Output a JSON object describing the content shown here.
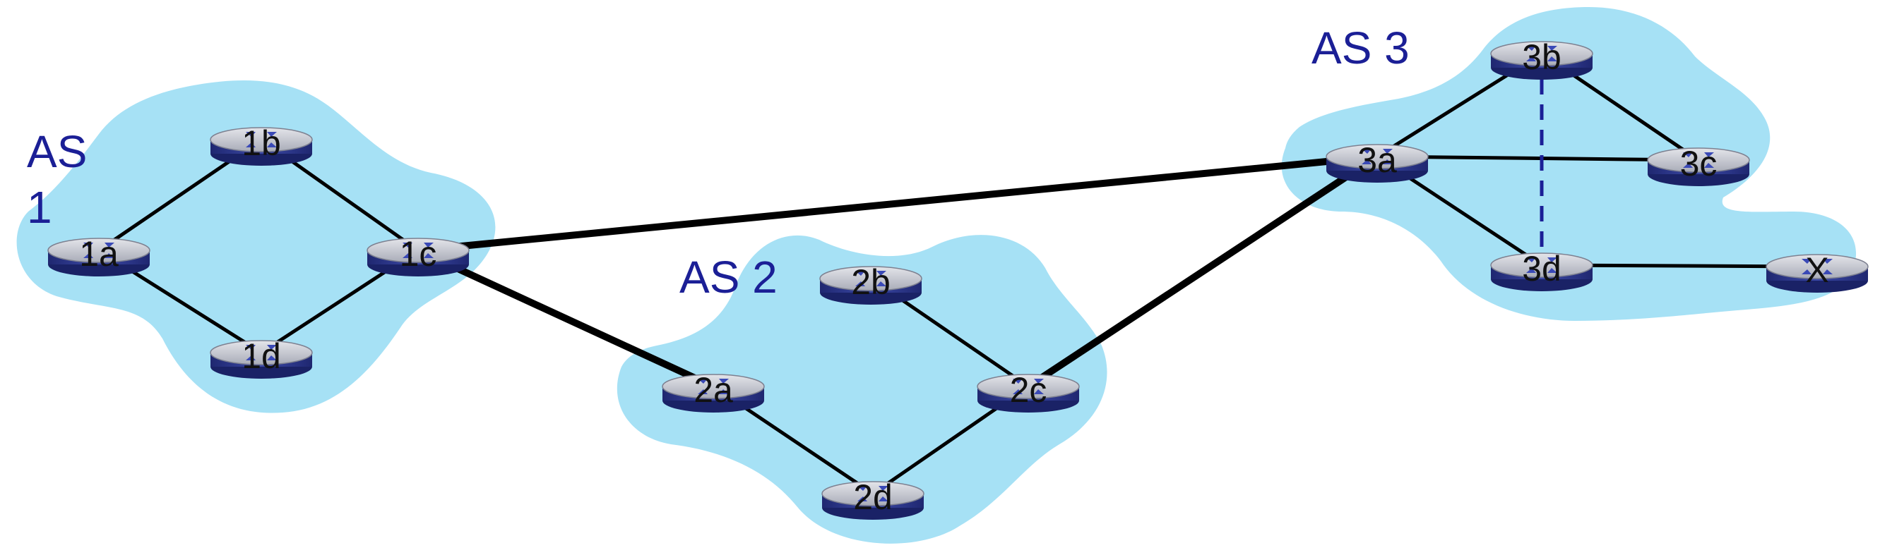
{
  "autonomous_systems": [
    {
      "id": "as1",
      "label_lines": [
        "AS",
        "1"
      ],
      "fill": "#a6e1f5"
    },
    {
      "id": "as2",
      "label_lines": [
        "AS 2"
      ],
      "fill": "#a6e1f5"
    },
    {
      "id": "as3",
      "label_lines": [
        "AS 3"
      ],
      "fill": "#a6e1f5"
    }
  ],
  "routers": [
    {
      "id": "1a",
      "label": "1a"
    },
    {
      "id": "1b",
      "label": "1b"
    },
    {
      "id": "1c",
      "label": "1c"
    },
    {
      "id": "1d",
      "label": "1d"
    },
    {
      "id": "2a",
      "label": "2a"
    },
    {
      "id": "2b",
      "label": "2b"
    },
    {
      "id": "2c",
      "label": "2c"
    },
    {
      "id": "2d",
      "label": "2d"
    },
    {
      "id": "3a",
      "label": "3a"
    },
    {
      "id": "3b",
      "label": "3b"
    },
    {
      "id": "3c",
      "label": "3c"
    },
    {
      "id": "3d",
      "label": "3d"
    },
    {
      "id": "x",
      "label": "X"
    }
  ],
  "links": [
    {
      "from": "1a",
      "to": "1b",
      "kind": "intra"
    },
    {
      "from": "1b",
      "to": "1c",
      "kind": "intra"
    },
    {
      "from": "1c",
      "to": "1d",
      "kind": "intra"
    },
    {
      "from": "1d",
      "to": "1a",
      "kind": "intra"
    },
    {
      "from": "2a",
      "to": "2d",
      "kind": "intra"
    },
    {
      "from": "2d",
      "to": "2c",
      "kind": "intra"
    },
    {
      "from": "2c",
      "to": "2b",
      "kind": "intra"
    },
    {
      "from": "3a",
      "to": "3b",
      "kind": "intra"
    },
    {
      "from": "3b",
      "to": "3c",
      "kind": "intra"
    },
    {
      "from": "3a",
      "to": "3c",
      "kind": "intra"
    },
    {
      "from": "3a",
      "to": "3d",
      "kind": "intra"
    },
    {
      "from": "3b",
      "to": "3d",
      "kind": "dashed"
    },
    {
      "from": "3d",
      "to": "x",
      "kind": "intra"
    },
    {
      "from": "1c",
      "to": "3a",
      "kind": "inter"
    },
    {
      "from": "1c",
      "to": "2a",
      "kind": "inter"
    },
    {
      "from": "2c",
      "to": "3a",
      "kind": "inter"
    }
  ],
  "colors": {
    "cloud": "#a6e1f5",
    "as_label": "#1b1f96",
    "router_top": "#c4c6cf",
    "router_band": "#2e3a8c",
    "router_arrows": "#3a49b6",
    "link": "#000000",
    "dashed_link": "#1b1f96"
  }
}
